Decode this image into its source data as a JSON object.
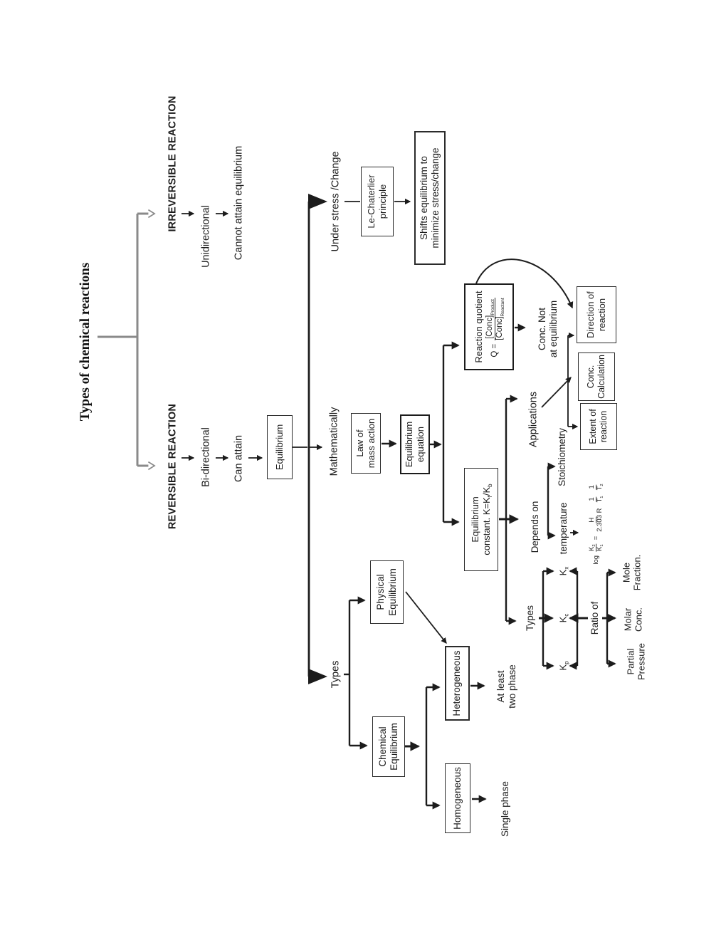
{
  "title": "Types of chemical reactions",
  "reversible": {
    "heading": "REVERSIBLE REACTION",
    "step1": "Bi-directional",
    "step2": "Can attain",
    "box": "Equilibrium"
  },
  "irreversible": {
    "heading": "IRREVERSIBLE REACTION",
    "step1": "Unidirectional",
    "step2": "Cannot attain equilibrium"
  },
  "spine": {
    "left_label": "Types",
    "mid_label": "Mathematically",
    "right_label": "Under stress /Change"
  },
  "stress_branch": {
    "principle_box": "Le-Chaterlier\nprinciple",
    "shifts_box": "Shifts equilibrium to\nminimize stress/change"
  },
  "math_branch": {
    "law_box": "Law of\nmass action",
    "equation_box": "Equilibrium\nequation"
  },
  "quotient": {
    "title": "Reaction quotient",
    "q_prefix": "Q =",
    "numerator": "[Conc]",
    "numerator_sub": "Product",
    "denominator": "[Conc]",
    "denominator_sub": "Reactant",
    "note": "Conc. Not\nat equilibrium"
  },
  "applications": {
    "label": "Applications",
    "direction_box": "Direction of\nreaction",
    "conc_box": "Conc.\nCalculation",
    "extent_box": "Extent of\nreaction"
  },
  "constant": {
    "line1": "Equilibrium",
    "line2_pre": "constant. K=K",
    "sub_f": "f",
    "line2_mid": "/K",
    "sub_b": "b"
  },
  "depends": {
    "label": "Depends on",
    "stoichiometry": "Stoichiometry",
    "temperature": "temperature"
  },
  "equation": {
    "log": "log",
    "k_num": "K",
    "k_num_sub": "2",
    "k_den": "K",
    "k_den_sub": "1",
    "equals": "=",
    "h": "H",
    "denom": "2.303 R",
    "one_a": "1",
    "t1": "T",
    "t1_sub": "1",
    "one_b": "1",
    "t2": "T",
    "t2_sub": "2"
  },
  "k_types": {
    "label": "Types",
    "ratio_label": "Ratio of",
    "kp": "K",
    "kp_sub": "p",
    "kc": "K",
    "kc_sub": "c",
    "kx": "K",
    "kx_sub": "x",
    "partial": "Partial\nPressure",
    "molar": "Molar\nConc.",
    "mole": "Mole\nFraction."
  },
  "equilibrium_types": {
    "physical_box": "Physical\nEquilibrium",
    "chemical_box": "Chemical\nEquilibrium",
    "heterogeneous_box": "Heterogeneous",
    "homogeneous_box": "Homogeneous",
    "two_phase": "At least\ntwo phase",
    "single_phase": "Single phase"
  },
  "colors": {
    "line": "#1c1c1c",
    "gray_bracket": "#8a8a8a",
    "background": "#ffffff"
  }
}
